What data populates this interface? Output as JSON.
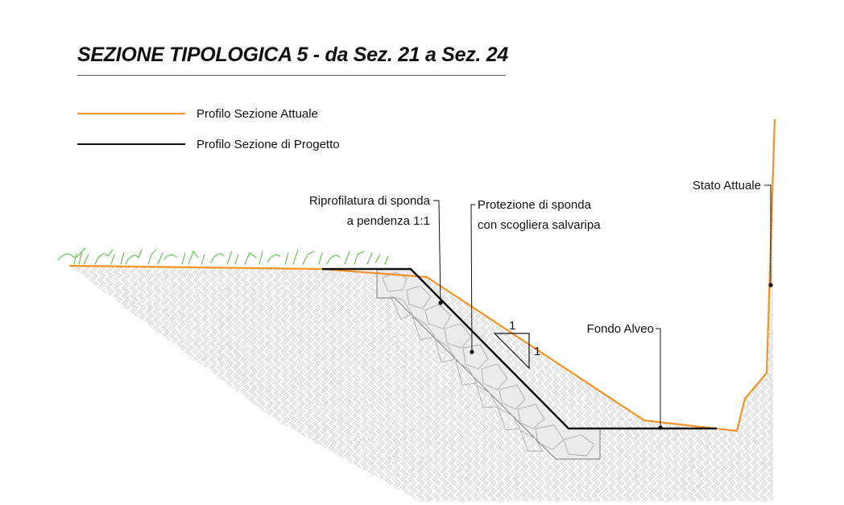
{
  "title": "SEZIONE TIPOLOGICA 5 - da Sez. 21 a Sez. 24",
  "legend": [
    {
      "label": "Profilo Sezione Attuale",
      "color": "#f39325"
    },
    {
      "label": "Profilo Sezione di Progetto",
      "color": "#111111"
    }
  ],
  "annotations": {
    "riprofilatura_line1": "Riprofilatura di sponda",
    "riprofilatura_line2": "a pendenza 1:1",
    "protezione_line1": "Protezione di sponda",
    "protezione_line2": "con scogliera salvaripa",
    "stato_attuale": "Stato Attuale",
    "fondo_alveo": "Fondo Alveo",
    "slope_h": "1",
    "slope_v": "1"
  },
  "colors": {
    "existing_profile": "#f39325",
    "design_profile": "#111111",
    "grass": "#5cc04a",
    "soil_hatch": "#c4c4c4",
    "riprap_fill": "#ebebeb",
    "riprap_stones": "#aaaaaa"
  }
}
